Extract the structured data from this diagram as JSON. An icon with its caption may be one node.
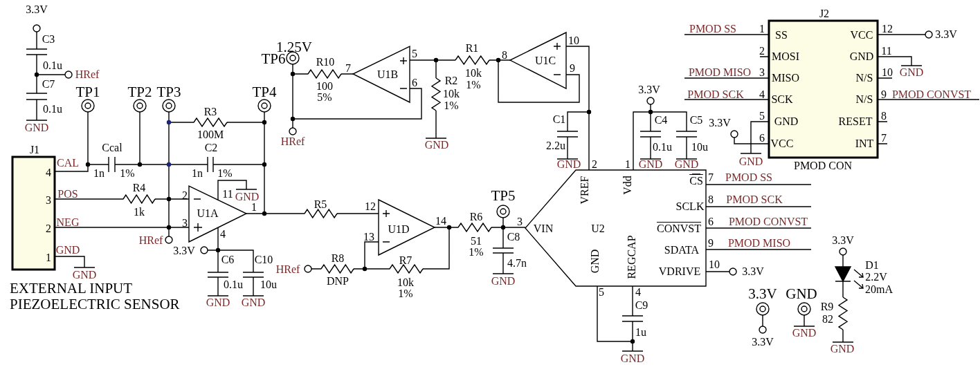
{
  "diagram": {
    "labels": [
      "3.3V",
      "C3",
      "0.1u",
      "HRef",
      "C7",
      "0.1u",
      "GND",
      "TP1",
      "TP2",
      "TP3",
      "TP4",
      "R3",
      "100M",
      "J1",
      "Ccal",
      "C2",
      "CAL",
      "4",
      "1n",
      "1%",
      "1n",
      "1%",
      "R4",
      "POS",
      "2",
      "11",
      "GND",
      "3",
      "1k",
      "U1A",
      "1",
      "NEG",
      "3",
      "2",
      "4",
      "HRef",
      "GND",
      "3.3V",
      "1",
      "C6",
      "C10",
      "GND",
      "0.1u",
      "10u",
      "EXTERNAL INPUT PIEZOELECTRIC SENSOR",
      "GND",
      "GND",
      "1.25V",
      "TP6",
      "R10",
      "100",
      "5%",
      "7",
      "U1B",
      "5",
      "6",
      "HRef",
      "GND",
      "R1",
      "10k",
      "1%",
      "R2",
      "10k",
      "1%",
      "8",
      "U1C",
      "10",
      "9",
      "C1",
      "2.2u",
      "GND",
      "2",
      "3.3V",
      "C4",
      "C5",
      "1",
      "GND",
      "0.1u",
      "10u",
      "GND",
      "J2",
      "PMOD SS",
      "1",
      "SS",
      "VCC",
      "12",
      "3.3V",
      "2",
      "MOSI",
      "GND",
      "11",
      "PMOD MISO",
      "3",
      "MISO",
      "N/S",
      "10",
      "GND",
      "PMOD SCK",
      "4",
      "SCK",
      "N/S",
      "9",
      "PMOD CONVST",
      "5",
      "GND",
      "RESET",
      "8",
      "3.3V",
      "6",
      "VCC",
      "INT",
      "7",
      "GND",
      "PMOD CON",
      "VREF",
      "Vdd",
      "CS",
      "7",
      "PMOD SS",
      "TP5",
      "8",
      "PMOD SCK",
      "R5",
      "12",
      "SCLK",
      "U1D",
      "14",
      "R6",
      "3",
      "VIN",
      "U2",
      "CONVST",
      "6",
      "PMOD CONVST",
      "13",
      "C8",
      "51",
      "1%",
      "SDATA",
      "9",
      "PMOD MISO",
      "3.3V",
      "R8",
      "R7",
      "HRef",
      "4.7n",
      "D1",
      "GND",
      "REGCAP",
      "VDRIVE",
      "10",
      "3.3V",
      "DNP",
      "10k",
      "GND",
      "2.2V",
      "1%",
      "5",
      "4",
      "3.3V",
      "GND",
      "20mA",
      "C9",
      "R9",
      "82",
      "1u",
      "GND",
      "3.3V",
      "GND",
      "GND"
    ]
  }
}
